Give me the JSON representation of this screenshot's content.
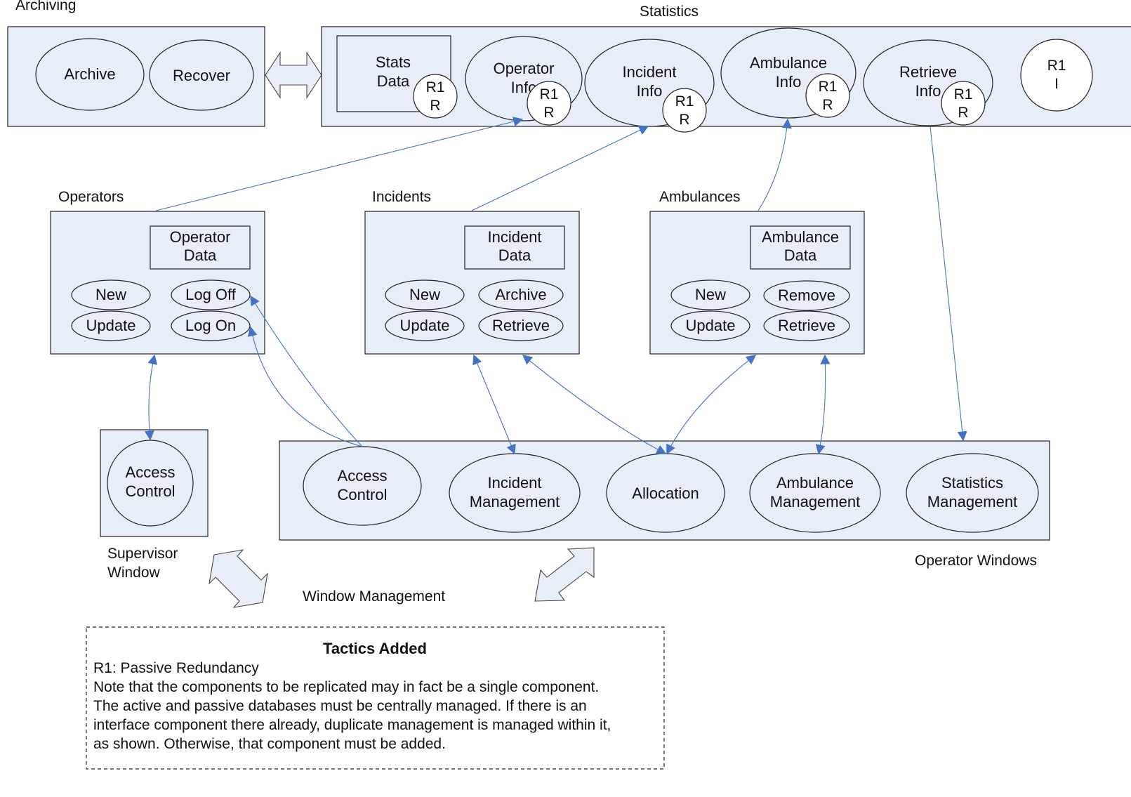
{
  "colors": {
    "fill": "#e8eef8",
    "stroke": "#222222",
    "connector": "#4472c4"
  },
  "archiving": {
    "title": "Archiving",
    "archive": "Archive",
    "recover": "Recover"
  },
  "statistics": {
    "title": "Statistics",
    "stats_data": [
      "Stats",
      "Data"
    ],
    "operator_info": [
      "Operator",
      "Info"
    ],
    "incident_info": [
      "Incident",
      "Info"
    ],
    "ambulance_info": [
      "Ambulance",
      "Info"
    ],
    "retrieve_info": [
      "Retrieve",
      "Info"
    ],
    "r1i": [
      "R1",
      "I"
    ]
  },
  "badge": [
    "R1",
    "R"
  ],
  "operators": {
    "title": "Operators",
    "data": [
      "Operator",
      "Data"
    ],
    "new": "New",
    "update": "Update",
    "log_off": "Log Off",
    "log_on": "Log On"
  },
  "incidents": {
    "title": "Incidents",
    "data": [
      "Incident",
      "Data"
    ],
    "new": "New",
    "update": "Update",
    "archive": "Archive",
    "retrieve": "Retrieve"
  },
  "ambulances": {
    "title": "Ambulances",
    "data": [
      "Ambulance",
      "Data"
    ],
    "new": "New",
    "update": "Update",
    "remove": "Remove",
    "retrieve": "Retrieve"
  },
  "supervisor": {
    "access_control": [
      "Access",
      "Control"
    ],
    "label": [
      "Supervisor",
      "Window"
    ]
  },
  "operator_windows": {
    "label": "Operator Windows",
    "access_control": [
      "Access",
      "Control"
    ],
    "incident_mgmt": [
      "Incident",
      "Management"
    ],
    "allocation": "Allocation",
    "ambulance_mgmt": [
      "Ambulance",
      "Management"
    ],
    "statistics_mgmt": [
      "Statistics",
      "Management"
    ]
  },
  "window_management": "Window Management",
  "tactics": {
    "title": "Tactics Added",
    "lines": [
      "R1: Passive Redundancy",
      "Note that the components to be replicated may in fact be a single component.",
      "The active and passive databases must be centrally managed. If there is an",
      "interface component there already, duplicate management is managed within it,",
      "as shown. Otherwise, that component must be added."
    ]
  }
}
